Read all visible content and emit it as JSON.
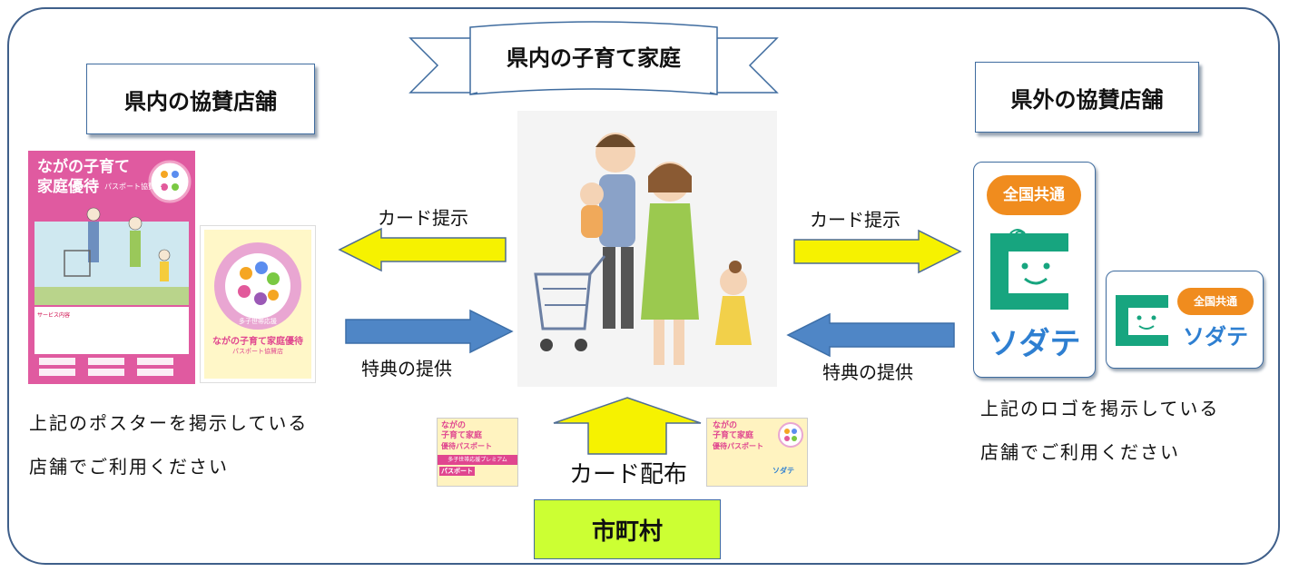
{
  "banner": {
    "label": "県内の子育て家庭"
  },
  "left_title": "県内の協賛店舗",
  "right_title": "県外の協賛店舗",
  "arrows": {
    "left_present": "カード提示",
    "left_benefit": "特典の提供",
    "right_present": "カード提示",
    "right_benefit": "特典の提供",
    "distribute": "カード配布"
  },
  "municipality": "市町村",
  "left_note": [
    "上記のポスターを掲示している",
    "店舗でご利用ください"
  ],
  "right_note": [
    "上記のロゴを掲示している",
    "店舗でご利用ください"
  ],
  "poster": {
    "title_line1": "ながの子育て",
    "title_line2": "家庭優待",
    "title_small": "パスポート協賛店",
    "footer_label": "サービス内容"
  },
  "sticker": {
    "arc_text": "多子世帯応援",
    "main": "ながの子育て家庭優待",
    "sub": "パスポート協賛店"
  },
  "logo_large": {
    "badge": "全国共通",
    "kana": "ソダテ"
  },
  "logo_small": {
    "badge": "全国共通",
    "kana": "ソダテ"
  },
  "card_left": {
    "line1": "ながの",
    "line2": "子育て家庭",
    "line3": "優待パスポート",
    "premium": "多子世帯応援プレミアム",
    "tag": "パスポート"
  },
  "card_right": {
    "line1": "ながの",
    "line2": "子育て家庭",
    "line3": "優待パスポート",
    "kana": "ソダテ"
  },
  "colors": {
    "frame": "#3f5f8a",
    "yellow_arrow": "#f6f200",
    "blue_arrow": "#4f86c6",
    "municipality_bg": "#ccff33",
    "poster_pink": "#e05aa0",
    "logo_green": "#17a57f",
    "logo_orange": "#f08c1e",
    "logo_blue": "#2e7fd1"
  }
}
